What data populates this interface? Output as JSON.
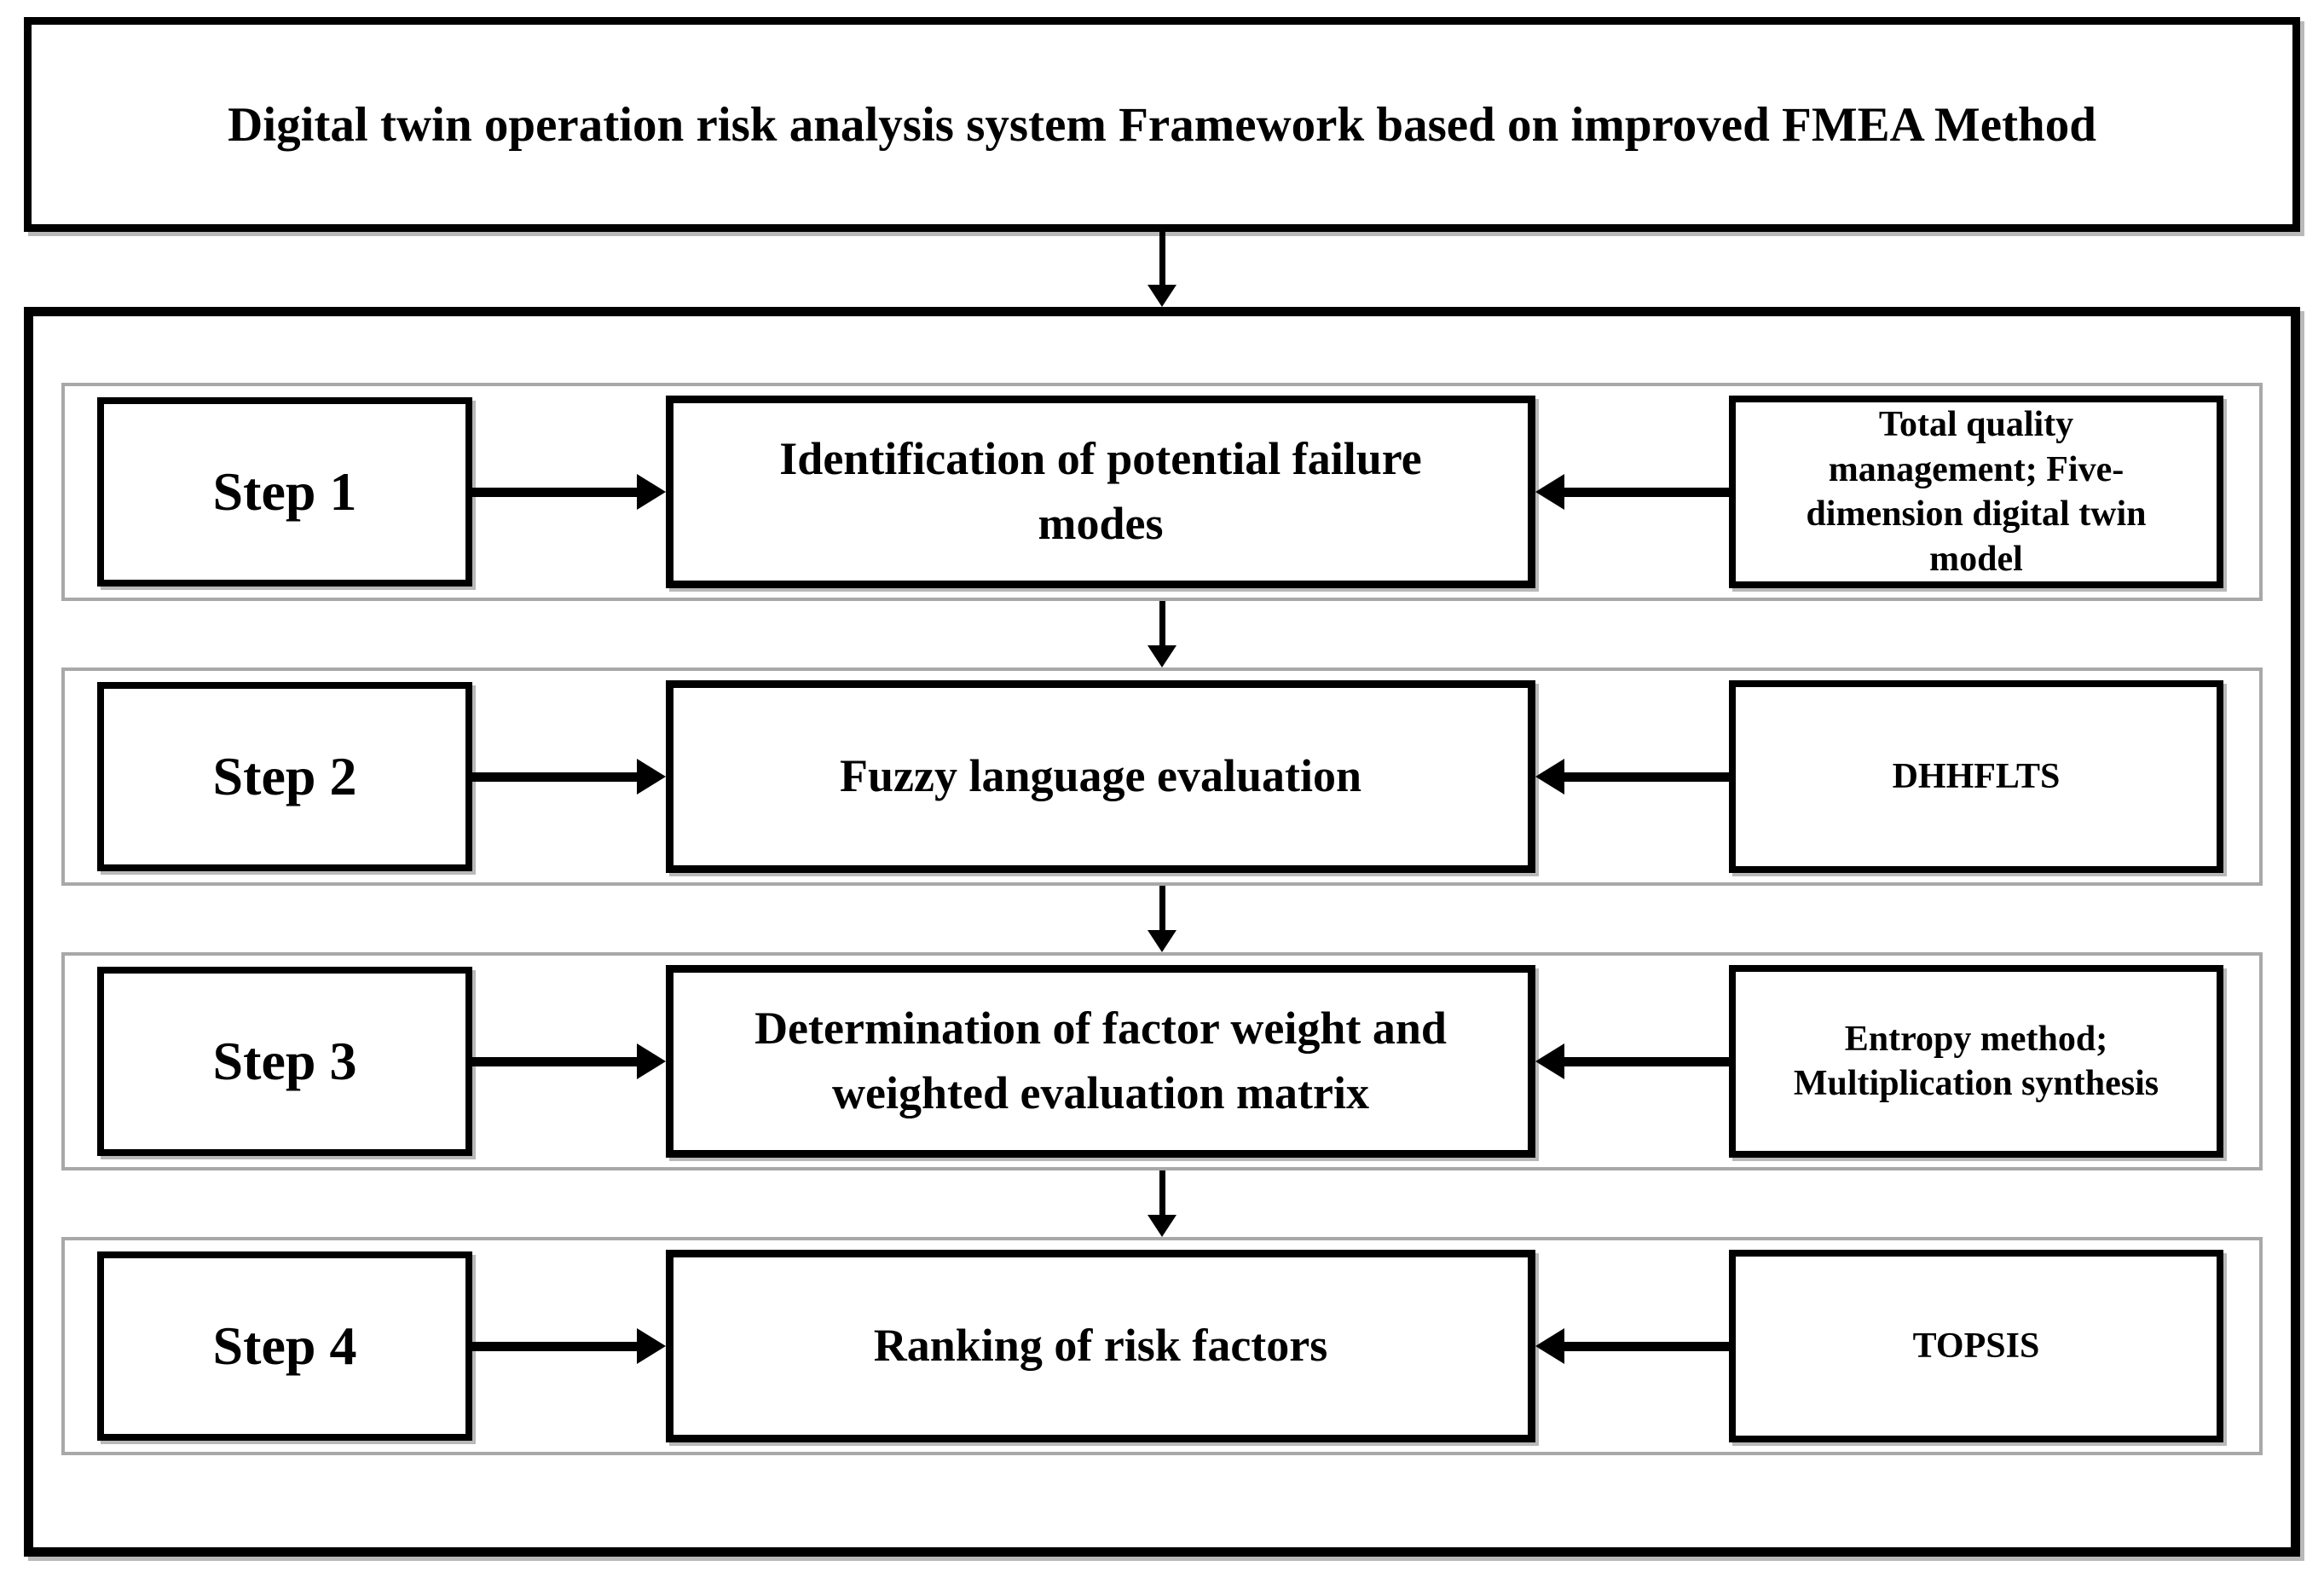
{
  "title": "Digital twin operation risk analysis system Framework based on improved FMEA Method",
  "rows": [
    {
      "step": "Step 1",
      "process": "Identification of potential failure\nmodes",
      "method": "Total quality\nmanagement; Five-\ndimension digital twin\nmodel"
    },
    {
      "step": "Step 2",
      "process": "Fuzzy language evaluation",
      "method": "DHHFLTS"
    },
    {
      "step": "Step 3",
      "process": "Determination of factor weight and\nweighted evaluation matrix",
      "method": "Entropy method;\nMultiplication synthesis"
    },
    {
      "step": "Step 4",
      "process": "Ranking of risk factors",
      "method": "TOPSIS"
    }
  ],
  "colors": {
    "line": "#000000",
    "row_border": "#a8a8a8",
    "background": "#ffffff"
  }
}
